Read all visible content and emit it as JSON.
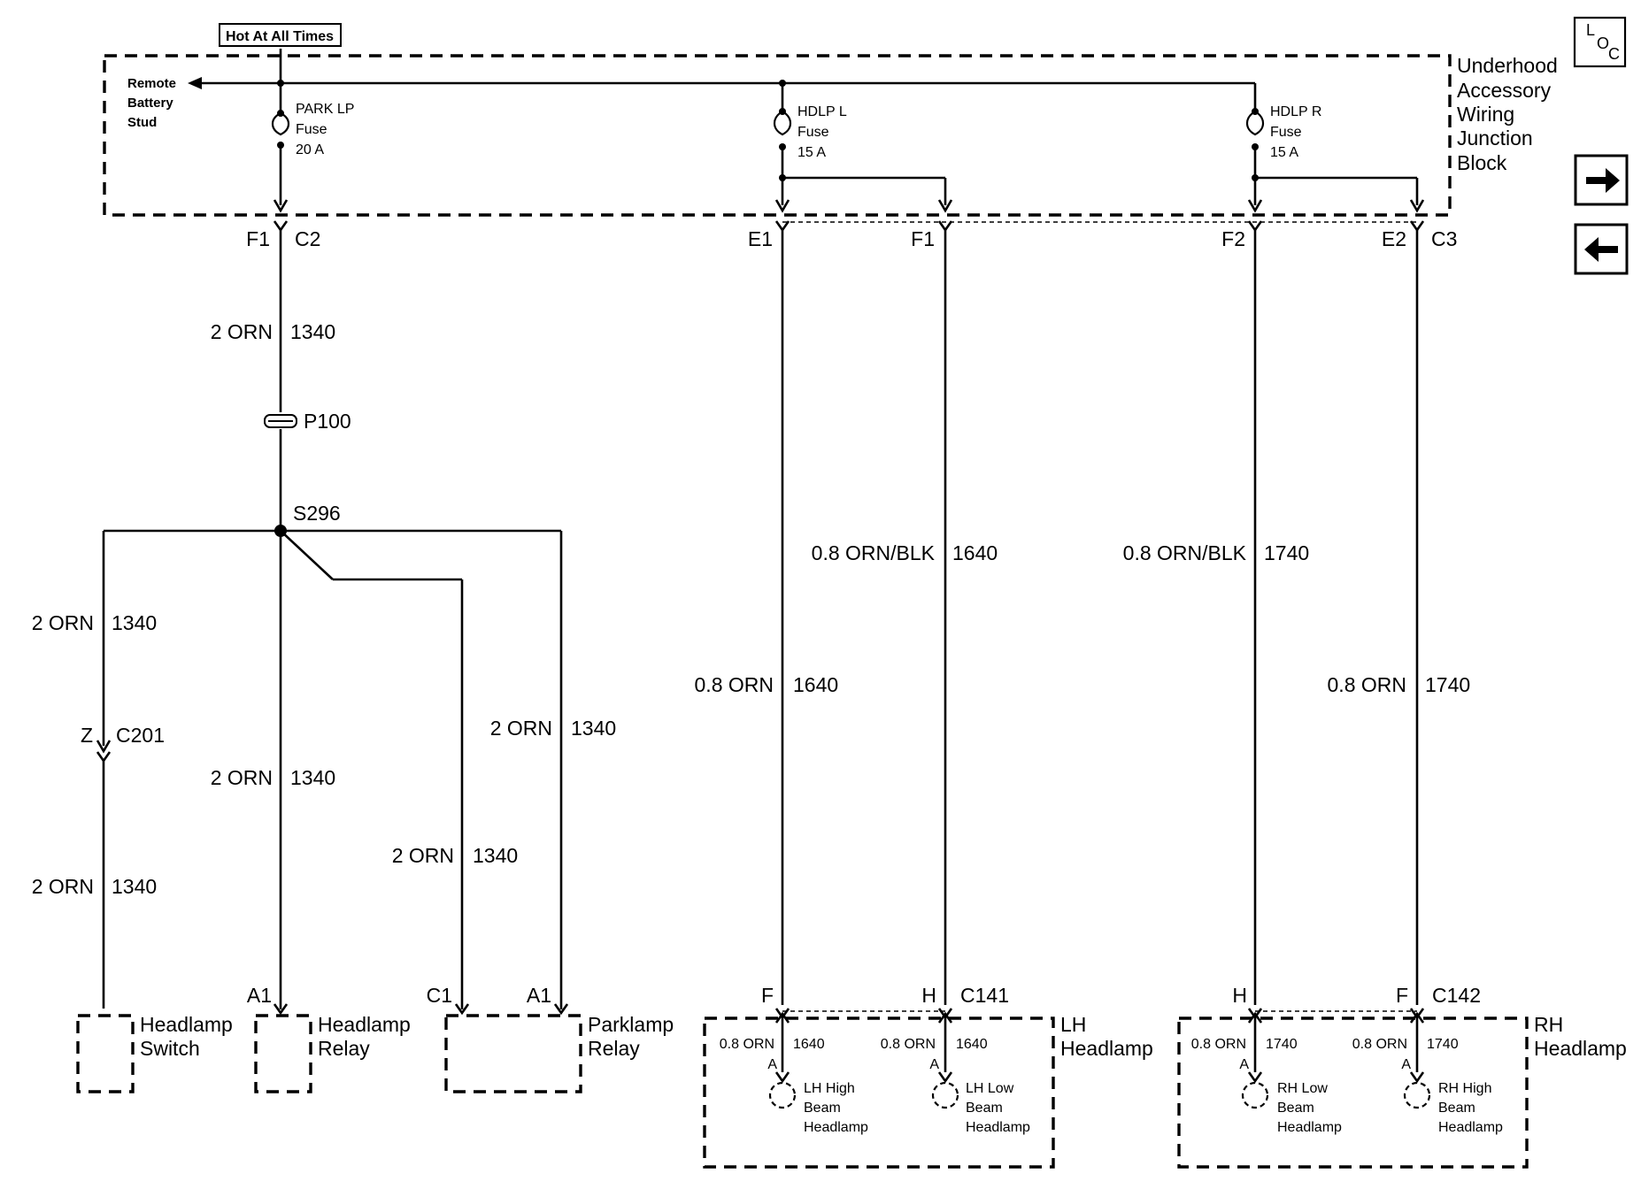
{
  "hot_label": "Hot At All Times",
  "loc_icon": {
    "l": "L",
    "o": "O",
    "c": "C"
  },
  "nav": {
    "forward_icon": "arrow-right-icon",
    "back_icon": "arrow-left-icon"
  },
  "junction_block": {
    "title": [
      "Underhood",
      "Accessory",
      "Wiring",
      "Junction",
      "Block"
    ],
    "remote_stud": [
      "Remote",
      "Battery",
      "Stud"
    ]
  },
  "fuses": {
    "park": [
      "PARK LP",
      "Fuse",
      "20 A"
    ],
    "hdlp_l": [
      "HDLP L",
      "Fuse",
      "15 A"
    ],
    "hdlp_r": [
      "HDLP R",
      "Fuse",
      "15 A"
    ]
  },
  "terminals": {
    "f1_left": "F1",
    "c2": "C2",
    "e1": "E1",
    "f1_mid": "F1",
    "f2": "F2",
    "e2": "E2",
    "c3": "C3"
  },
  "wires": {
    "w1_color": "2 ORN",
    "w1_circuit": "1340",
    "p100": "P100",
    "s296": "S296",
    "w2_color": "2 ORN",
    "w2_circuit": "1340",
    "z": "Z",
    "c201": "C201",
    "w3_color": "2 ORN",
    "w3_circuit": "1340",
    "w4_color": "2 ORN",
    "w4_circuit": "1340",
    "w5_color": "2 ORN",
    "w5_circuit": "1340",
    "w6_color": "2 ORN",
    "w6_circuit": "1340",
    "lh_low_color": "0.8 ORN/BLK",
    "lh_low_circuit": "1640",
    "rh_low_color": "0.8 ORN/BLK",
    "rh_low_circuit": "1740",
    "lh_high_color": "0.8 ORN",
    "lh_high_circuit": "1640",
    "rh_high_color": "0.8 ORN",
    "rh_high_circuit": "1740"
  },
  "components": {
    "headlamp_switch": [
      "Headlamp",
      "Switch"
    ],
    "headlamp_relay": [
      "Headlamp",
      "Relay"
    ],
    "parklamp_relay": [
      "Parklamp",
      "Relay"
    ],
    "lh_headlamp": [
      "LH",
      "Headlamp"
    ],
    "rh_headlamp": [
      "RH",
      "Headlamp"
    ]
  },
  "pins": {
    "relay_a1": "A1",
    "park_c1": "C1",
    "park_a1": "A1",
    "lh_f": "F",
    "lh_h": "H",
    "c141": "C141",
    "rh_h": "H",
    "rh_f": "F",
    "c142": "C142"
  },
  "lamps": {
    "lh_high": {
      "color": "0.8 ORN",
      "circuit": "1640",
      "pin": "A",
      "name": [
        "LH High",
        "Beam",
        "Headlamp"
      ]
    },
    "lh_low": {
      "color": "0.8 ORN",
      "circuit": "1640",
      "pin": "A",
      "name": [
        "LH Low",
        "Beam",
        "Headlamp"
      ]
    },
    "rh_low": {
      "color": "0.8 ORN",
      "circuit": "1740",
      "pin": "A",
      "name": [
        "RH Low",
        "Beam",
        "Headlamp"
      ]
    },
    "rh_high": {
      "color": "0.8 ORN",
      "circuit": "1740",
      "pin": "A",
      "name": [
        "RH High",
        "Beam",
        "Headlamp"
      ]
    }
  }
}
